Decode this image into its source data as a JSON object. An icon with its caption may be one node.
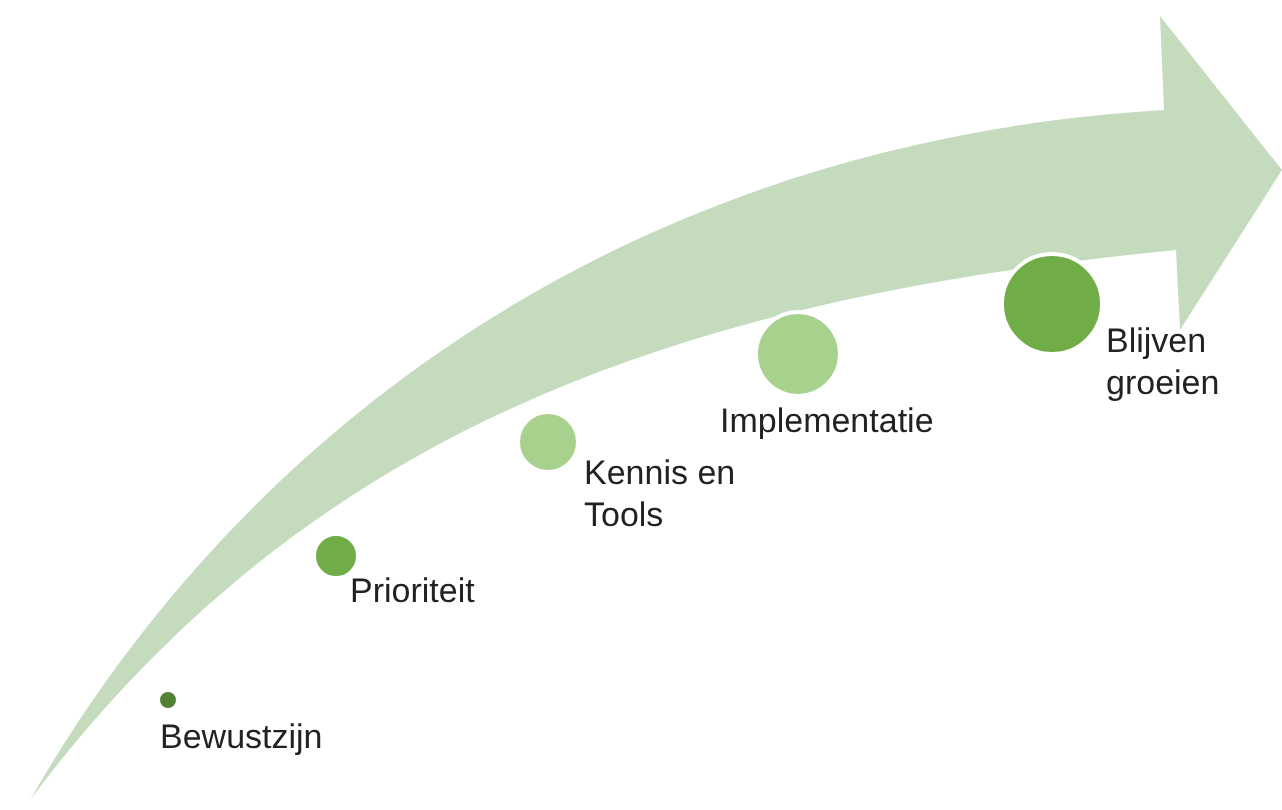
{
  "diagram": {
    "nodes": [
      {
        "text": [],
        "shape": "circle",
        "beside": [
          "Bewustzijn"
        ]
      },
      {
        "text": [],
        "shape": "circle",
        "beside": [
          "Prioriteit"
        ]
      },
      {
        "text": [],
        "shape": "circle",
        "beside": [
          "Kennis en Tools"
        ]
      },
      {
        "text": [],
        "shape": "circle",
        "beside": [
          "Implementatie"
        ]
      },
      {
        "text": [],
        "shape": "circle",
        "beside": [
          "Blijven groeien"
        ]
      }
    ]
  }
}
